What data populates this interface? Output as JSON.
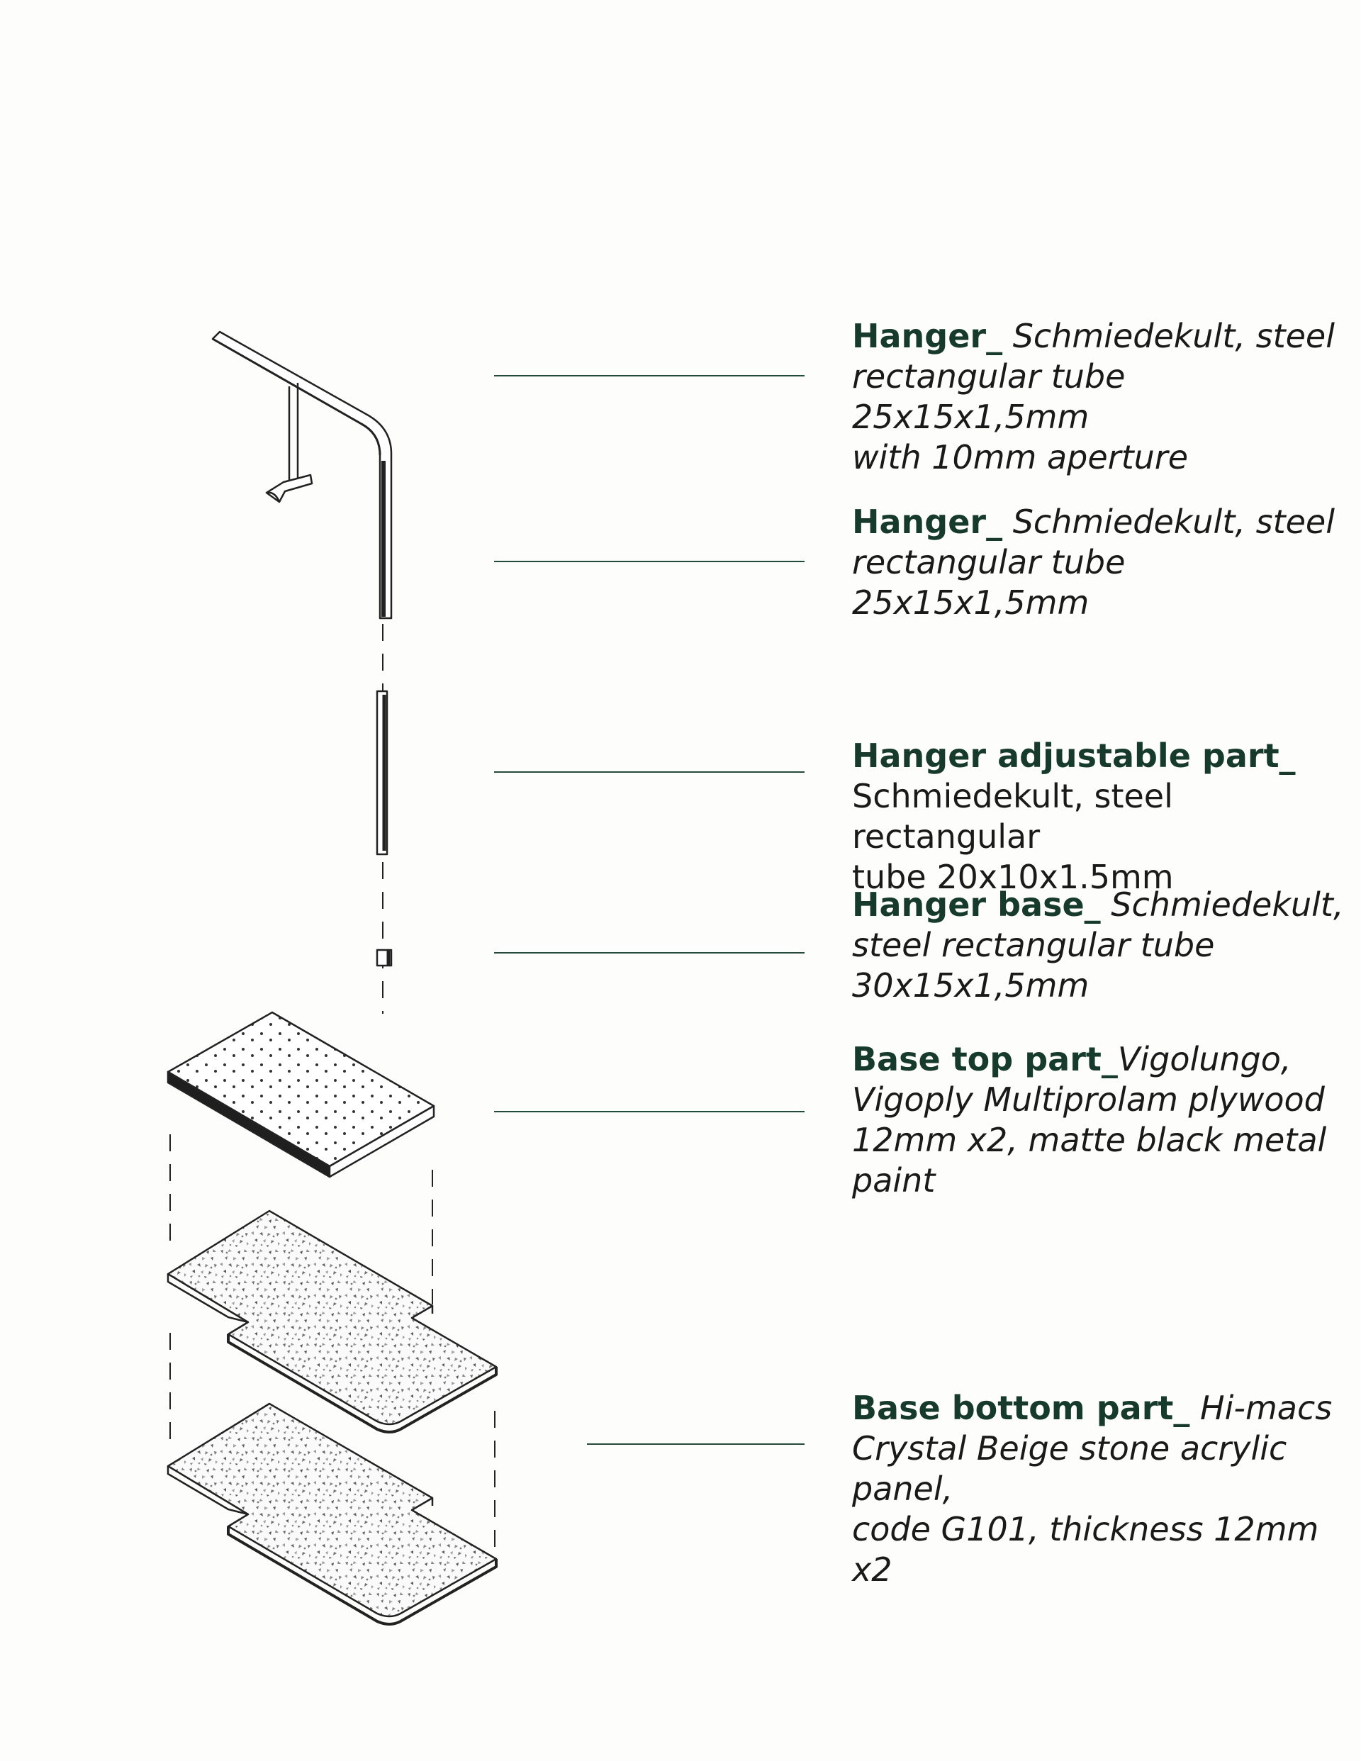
{
  "colors": {
    "accent": "#163a2c",
    "leader_line": "#244a3b",
    "linework": "#222222",
    "background": "#fdfdfc"
  },
  "labels": [
    {
      "title": "Hanger_",
      "lines": [
        " Schmiedekult, steel",
        "rectangular tube 25x15x1,5mm",
        "with 10mm aperture"
      ],
      "style": "italic"
    },
    {
      "title": "Hanger_",
      "lines": [
        " Schmiedekult, steel",
        "rectangular tube 25x15x1,5mm"
      ],
      "style": "italic"
    },
    {
      "title": "Hanger adjustable part_",
      "lines": [
        "",
        "Schmiedekult, steel rectangular",
        "tube 20x10x1.5mm"
      ],
      "style": "upright"
    },
    {
      "title": "Hanger base_",
      "lines": [
        " Schmiedekult,",
        "steel rectangular tube",
        "30x15x1,5mm"
      ],
      "style": "italic"
    },
    {
      "title": "Base top part_",
      "lines": [
        "Vigolungo,",
        "Vigoply Multiprolam plywood",
        "12mm x2, matte black metal",
        "paint"
      ],
      "style": "italic"
    },
    {
      "title": "Base bottom part_",
      "lines": [
        " Hi-macs",
        "Crystal Beige stone acrylic panel,",
        "code G101, thickness 12mm x2"
      ],
      "style": "italic"
    }
  ]
}
